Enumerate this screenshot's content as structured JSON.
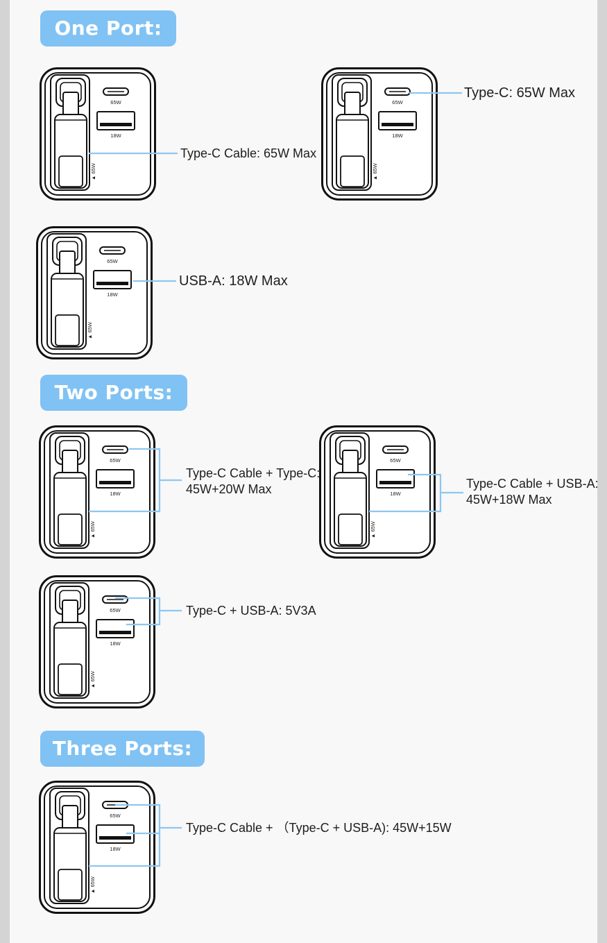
{
  "accent_color": "#80c2f3",
  "line_color": "#8ec6f0",
  "sections": {
    "one": "One Port:",
    "two": "Two Ports:",
    "three": "Three Ports:"
  },
  "device": {
    "typec_watt": "65W",
    "usba_watt": "18W",
    "cable_watt": "65W"
  },
  "labels": {
    "cable_65": "Type-C Cable: 65W Max",
    "typec_65": "Type-C: 65W Max",
    "usba_18": "USB-A: 18W Max",
    "cable_typec_l1": "Type-C Cable + Type-C:",
    "cable_typec_l2": "45W+20W Max",
    "cable_usba_l1": "Type-C Cable + USB-A:",
    "cable_usba_l2": "45W+18W Max",
    "typec_usba": "Type-C + USB-A:  5V3A",
    "three": "Type-C Cable +  （Type-C + USB-A): 45W+15W"
  }
}
